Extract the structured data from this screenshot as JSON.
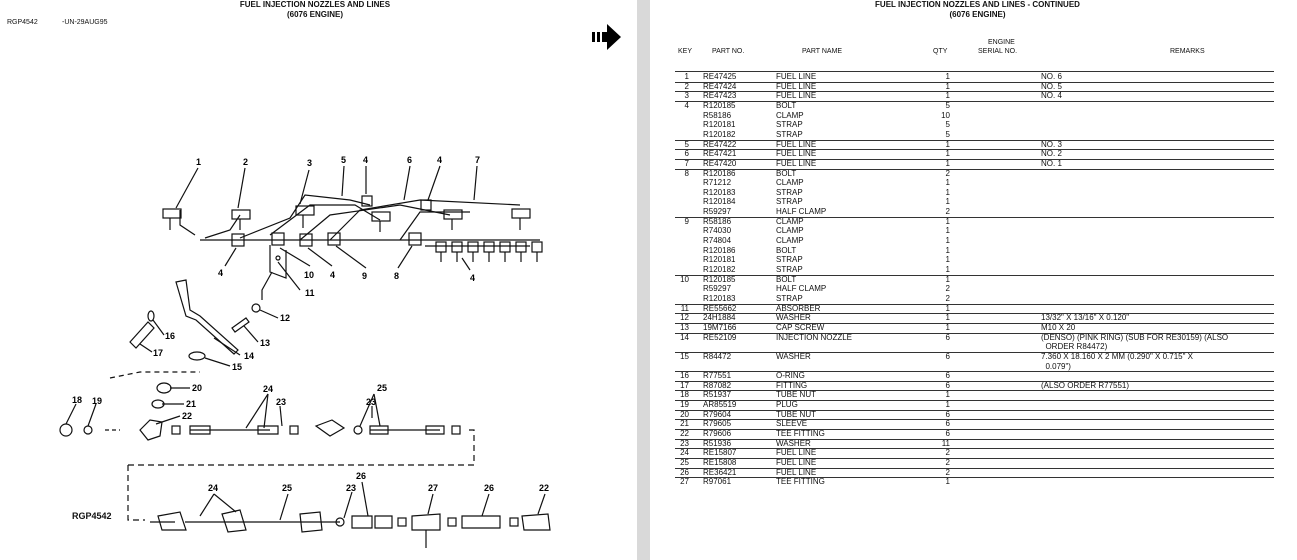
{
  "left_page": {
    "title_line1": "FUEL INJECTION NOZZLES AND LINES",
    "title_line2": "(6076 ENGINE)",
    "figure_id": "RGP4542",
    "date_code": "-UN-29AUG95",
    "figure_label": "RGP4542",
    "callouts": [
      "1",
      "2",
      "3",
      "5",
      "4",
      "6",
      "4",
      "7",
      "4",
      "10",
      "4",
      "9",
      "8",
      "4",
      "11",
      "12",
      "13",
      "16",
      "17",
      "14",
      "15",
      "18",
      "19",
      "20",
      "21",
      "22",
      "24",
      "23",
      "25",
      "23",
      "24",
      "25",
      "23",
      "26",
      "27",
      "26",
      "22"
    ]
  },
  "right_page": {
    "title_line1": "FUEL INJECTION NOZZLES AND LINES - CONTINUED",
    "title_line2": "(6076 ENGINE)",
    "headers": {
      "key": "KEY",
      "part_no": "PART NO.",
      "part_name": "PART NAME",
      "qty": "QTY",
      "engine": "ENGINE",
      "serial_no": "SERIAL NO.",
      "remarks": "REMARKS"
    },
    "rows": [
      {
        "key": "1",
        "part": "RE47425",
        "name": "FUEL LINE",
        "qty": "1",
        "remarks": "NO. 6"
      },
      {
        "key": "2",
        "part": "RE47424",
        "name": "FUEL LINE",
        "qty": "1",
        "remarks": "NO. 5"
      },
      {
        "key": "3",
        "part": "RE47423",
        "name": "FUEL LINE",
        "qty": "1",
        "remarks": "NO. 4"
      },
      {
        "key": "4",
        "part": "R120185",
        "name": "BOLT",
        "qty": "5",
        "remarks": ""
      },
      {
        "key": "",
        "part": "R58186",
        "name": "CLAMP",
        "qty": "10",
        "remarks": ""
      },
      {
        "key": "",
        "part": "R120181",
        "name": "STRAP",
        "qty": "5",
        "remarks": ""
      },
      {
        "key": "",
        "part": "R120182",
        "name": "STRAP",
        "qty": "5",
        "remarks": ""
      },
      {
        "key": "5",
        "part": "RE47422",
        "name": "FUEL LINE",
        "qty": "1",
        "remarks": "NO. 3"
      },
      {
        "key": "6",
        "part": "RE47421",
        "name": "FUEL LINE",
        "qty": "1",
        "remarks": "NO. 2"
      },
      {
        "key": "7",
        "part": "RE47420",
        "name": "FUEL LINE",
        "qty": "1",
        "remarks": "NO. 1"
      },
      {
        "key": "8",
        "part": "R120186",
        "name": "BOLT",
        "qty": "2",
        "remarks": ""
      },
      {
        "key": "",
        "part": "R71212",
        "name": "CLAMP",
        "qty": "1",
        "remarks": ""
      },
      {
        "key": "",
        "part": "R120183",
        "name": "STRAP",
        "qty": "1",
        "remarks": ""
      },
      {
        "key": "",
        "part": "R120184",
        "name": "STRAP",
        "qty": "1",
        "remarks": ""
      },
      {
        "key": "",
        "part": "R59297",
        "name": "HALF CLAMP",
        "qty": "2",
        "remarks": ""
      },
      {
        "key": "9",
        "part": "R58186",
        "name": "CLAMP",
        "qty": "1",
        "remarks": ""
      },
      {
        "key": "",
        "part": "R74030",
        "name": "CLAMP",
        "qty": "1",
        "remarks": ""
      },
      {
        "key": "",
        "part": "R74804",
        "name": "CLAMP",
        "qty": "1",
        "remarks": ""
      },
      {
        "key": "",
        "part": "R120186",
        "name": "BOLT",
        "qty": "1",
        "remarks": ""
      },
      {
        "key": "",
        "part": "R120181",
        "name": "STRAP",
        "qty": "1",
        "remarks": ""
      },
      {
        "key": "",
        "part": "R120182",
        "name": "STRAP",
        "qty": "1",
        "remarks": ""
      },
      {
        "key": "10",
        "part": "R120185",
        "name": "BOLT",
        "qty": "1",
        "remarks": ""
      },
      {
        "key": "",
        "part": "R59297",
        "name": "HALF CLAMP",
        "qty": "2",
        "remarks": ""
      },
      {
        "key": "",
        "part": "R120183",
        "name": "STRAP",
        "qty": "2",
        "remarks": ""
      },
      {
        "key": "11",
        "part": "RE55662",
        "name": "ABSORBER",
        "qty": "1",
        "remarks": ""
      },
      {
        "key": "12",
        "part": "24H1884",
        "name": "WASHER",
        "qty": "1",
        "remarks": "13/32\" X 13/16\" X 0.120\""
      },
      {
        "key": "13",
        "part": "19M7166",
        "name": "CAP SCREW",
        "qty": "1",
        "remarks": "M10 X 20"
      },
      {
        "key": "14",
        "part": "RE52109",
        "name": "INJECTION NOZZLE",
        "qty": "6",
        "remarks": "(DENSO) (PINK RING) (SUB FOR RE30159) (ALSO\n  ORDER R84472)"
      },
      {
        "key": "15",
        "part": "R84472",
        "name": "WASHER",
        "qty": "6",
        "remarks": "7.360 X 18.160 X 2 MM (0.290\" X 0.715\" X\n  0.079\")"
      },
      {
        "key": "16",
        "part": "R77551",
        "name": "O-RING",
        "qty": "6",
        "remarks": ""
      },
      {
        "key": "17",
        "part": "R87082",
        "name": "FITTING",
        "qty": "6",
        "remarks": "(ALSO ORDER R77551)"
      },
      {
        "key": "18",
        "part": "R51937",
        "name": "TUBE NUT",
        "qty": "1",
        "remarks": ""
      },
      {
        "key": "19",
        "part": "AR85519",
        "name": "PLUG",
        "qty": "1",
        "remarks": ""
      },
      {
        "key": "20",
        "part": "R79604",
        "name": "TUBE NUT",
        "qty": "6",
        "remarks": ""
      },
      {
        "key": "21",
        "part": "R79605",
        "name": "SLEEVE",
        "qty": "6",
        "remarks": ""
      },
      {
        "key": "22",
        "part": "R79606",
        "name": "TEE FITTING",
        "qty": "6",
        "remarks": ""
      },
      {
        "key": "23",
        "part": "R51936",
        "name": "WASHER",
        "qty": "11",
        "remarks": ""
      },
      {
        "key": "24",
        "part": "RE15807",
        "name": "FUEL LINE",
        "qty": "2",
        "remarks": ""
      },
      {
        "key": "25",
        "part": "RE15808",
        "name": "FUEL LINE",
        "qty": "2",
        "remarks": ""
      },
      {
        "key": "26",
        "part": "RE36421",
        "name": "FUEL LINE",
        "qty": "2",
        "remarks": ""
      },
      {
        "key": "27",
        "part": "R97061",
        "name": "TEE FITTING",
        "qty": "1",
        "remarks": ""
      }
    ]
  }
}
